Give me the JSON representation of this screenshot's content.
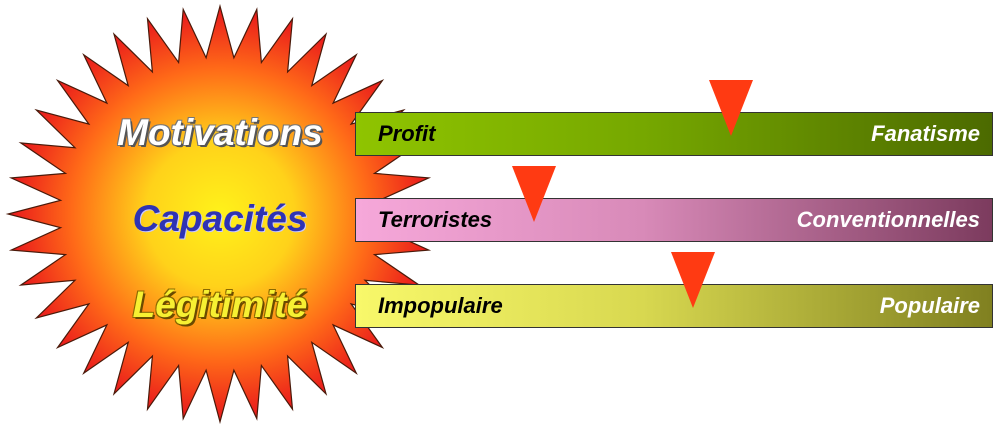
{
  "rows": [
    {
      "label": "Motivations",
      "left": "Profit",
      "right": "Fanatisme",
      "position": 0.59
    },
    {
      "label": "Capacités",
      "left": "Terroristes",
      "right": "Conventionnelles",
      "position": 0.28
    },
    {
      "label": "Légitimité",
      "left": "Impopulaire",
      "right": "Populaire",
      "position": 0.53
    }
  ],
  "colors": {
    "burst_outer": "#e8161c",
    "burst_inner": "#fff21a",
    "marker": "#ff3a12",
    "motivations_bar": "#76a800",
    "capacites_bar": "#d88ab8",
    "legitimite_bar": "#d8d850"
  }
}
